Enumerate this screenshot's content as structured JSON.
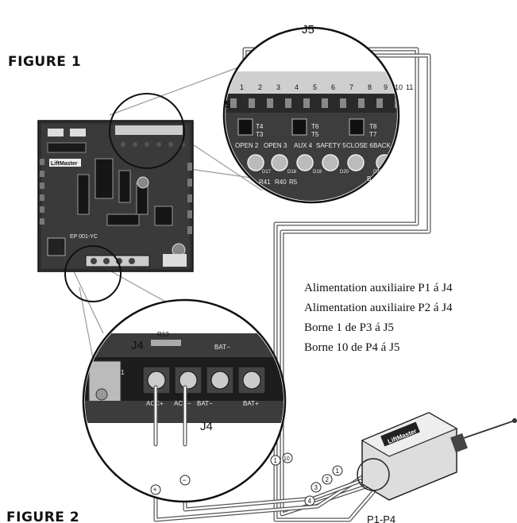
{
  "figure1_title": "FIGURE 1",
  "figure2_title": "FIGURE 2",
  "j5_label": "J5",
  "j4_title_label": "J4",
  "j4_bottom_label": "J4",
  "p1p4_label": "P1-P4",
  "terminal_numbers": [
    "1",
    "2",
    "3",
    "4",
    "5",
    "6",
    "7",
    "8",
    "9",
    "10",
    "11"
  ],
  "side_strip_label": "5",
  "zoom_labels": {
    "buttons": [
      "OPEN 2",
      "OPEN 3",
      "AUX 4",
      "SAFETY 5",
      "CLOSE 6",
      "BACK"
    ],
    "t_top": [
      "T4",
      "T6",
      "T8"
    ],
    "t_bottom": [
      "T3",
      "T5",
      "T7"
    ],
    "components": [
      "R41",
      "R40",
      "R5"
    ],
    "d_labels": [
      "D17",
      "D18",
      "D19",
      "D20",
      "D33"
    ],
    "b_label": "B"
  },
  "j4_zoom": {
    "r13": "R13",
    "bat_minus_top": "BAT−",
    "terminals": [
      "ACC+",
      "ACC−",
      "BAT−",
      "BAT+"
    ],
    "side_mark": "1"
  },
  "board": {
    "brand": "LiftMaster",
    "part": "EP 001-YC"
  },
  "receiver": {
    "brand": "LiftMaster"
  },
  "legend": [
    "Alimentation auxiliaire P1 á J4",
    "Alimentation auxiliaire P2 á J4",
    "Borne 1 de P3 á J5",
    "Borne 10 de P4 á J5"
  ],
  "wire_markers": {
    "plus": "+",
    "minus": "−",
    "one_left": "1",
    "ten": "10",
    "one": "1",
    "two": "2",
    "three": "3",
    "four": "4"
  }
}
